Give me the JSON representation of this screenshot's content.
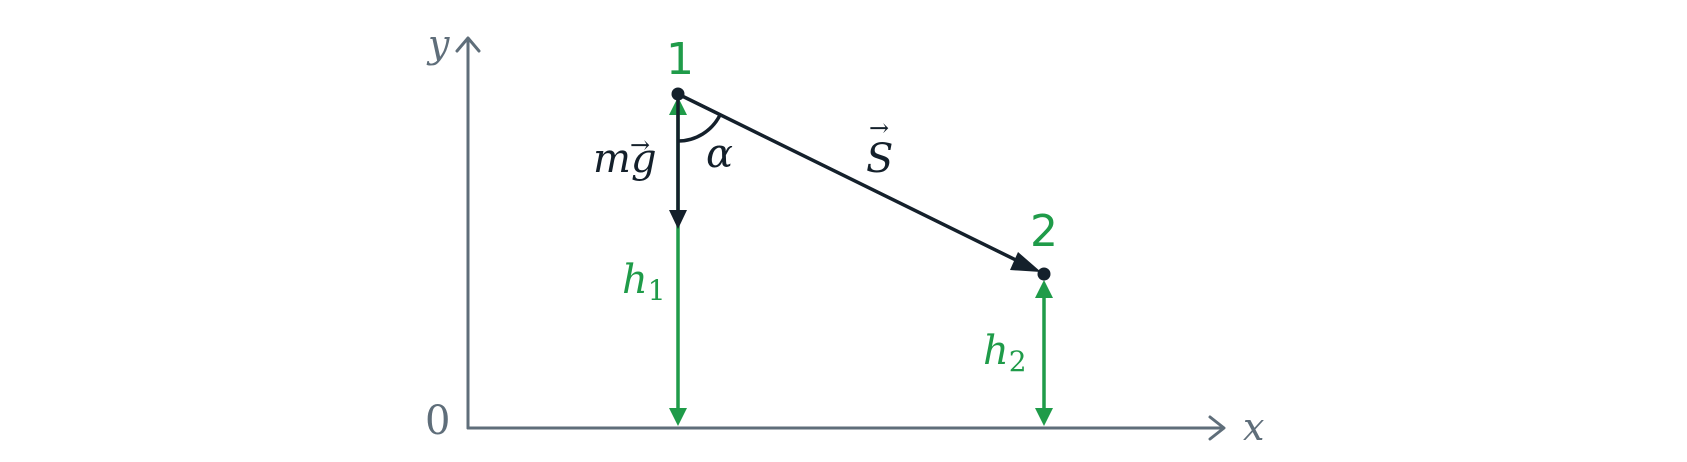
{
  "axes": {
    "x_label": "x",
    "y_label": "y",
    "origin_label": "0"
  },
  "points": {
    "point1_label": "1",
    "point2_label": "2"
  },
  "vectors": {
    "gravity_label_m": "m",
    "gravity_label_g": "g",
    "displacement_label": "S",
    "arrow_accent": "→"
  },
  "angle": {
    "label": "α"
  },
  "heights": {
    "h1_letter": "h",
    "h1_sub": "1",
    "h2_letter": "h",
    "h2_sub": "2"
  },
  "colors": {
    "axis": "#5f6e7a",
    "green": "#1f9b49",
    "dark": "#14202b"
  }
}
